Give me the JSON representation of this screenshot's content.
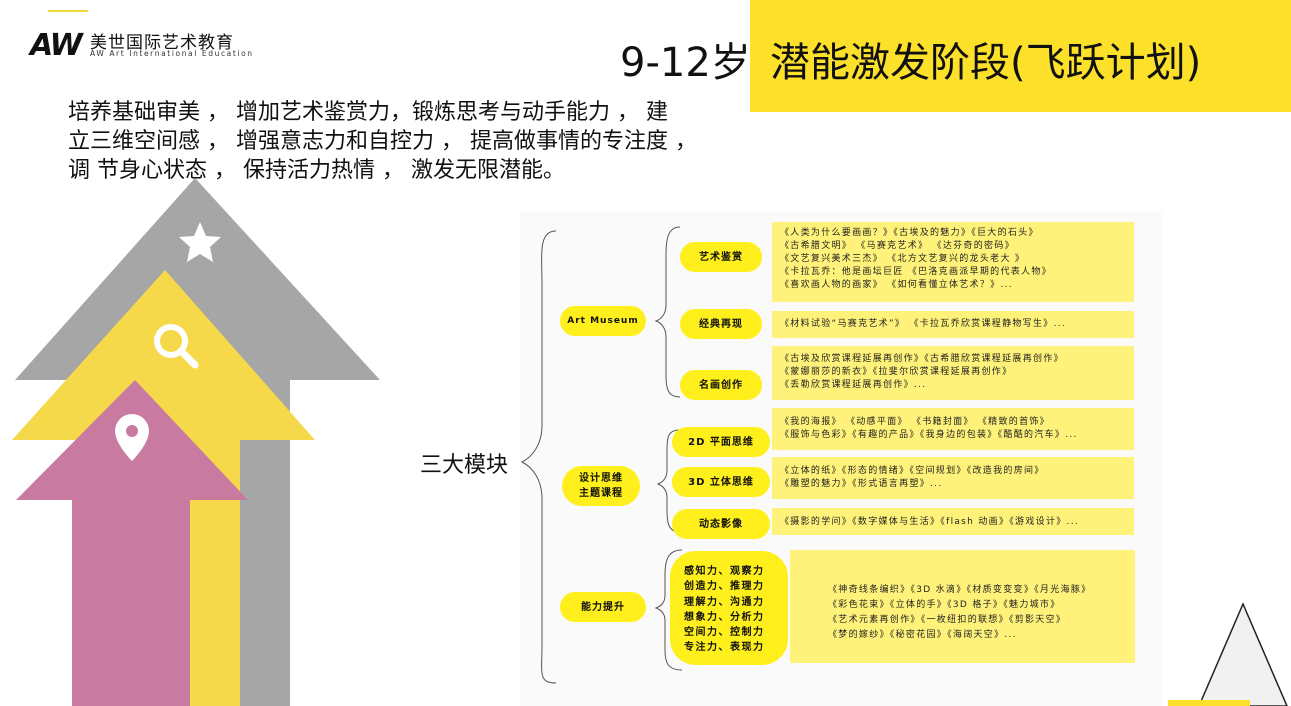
{
  "logo": {
    "mark": "AW",
    "name_cn": "美世国际艺术教育",
    "name_en": "AW Art International Education"
  },
  "title": {
    "age": "9-12岁",
    "stage": "潜能激发阶段(飞跃计划)"
  },
  "intro": [
    "培养基础审美 ， 增加艺术鉴赏力，锻炼思考与动手能力 ， 建",
    "立三维空间感 ， 增强意志力和自控力 ， 提高做事情的专注度 ，",
    "调 节身心状态 ， 保持活力热情 ， 激发无限潜能。"
  ],
  "module_label": "三大模块",
  "modules": [
    {
      "name": "Art Museum",
      "items": [
        {
          "name": "艺术鉴赏",
          "notes": [
            "《人类为什么要画画？》《古埃及的魅力》《巨大的石头》",
            "《古希腊文明》    《马赛克艺术》    《达芬奇的密码》",
            "《文艺复兴美术三杰》    《北方文艺复兴的龙头老大 》",
            "《卡拉瓦乔：他是画坛巨匠 《巴洛克画派早期的代表人物》",
            "《喜欢画人物的画家》  《如何看懂立体艺术？》..."
          ]
        },
        {
          "name": "经典再现",
          "notes": [
            "《材料试验“马赛克艺术”》    《卡拉瓦乔欣赏课程静物写生》..."
          ]
        },
        {
          "name": "名画创作",
          "notes": [
            "《古埃及欣赏课程延展再创作》《古希腊欣赏课程延展再创作》",
            "《蒙娜丽莎的新衣》《拉斐尔欣赏课程延展再创作》",
            "《丢勒欣赏课程延展再创作》..."
          ]
        }
      ]
    },
    {
      "name_lines": [
        "设计思维",
        "主题课程"
      ],
      "items": [
        {
          "name": "2D 平面思维",
          "notes": [
            "《我的海报》 《动感平面》 《书籍封面》 《精致的首饰》",
            "《服饰与色彩》《有趣的产品》《我身边的包装》《酷酷的汽车》..."
          ]
        },
        {
          "name": "3D 立体思维",
          "notes": [
            "《立体的纸》《形态的情绪》《空间规划》《改造我的房间》",
            "《雕塑的魅力》《形式语言再塑》..."
          ]
        },
        {
          "name": "动态影像",
          "notes": [
            "《摄影的学问》《数字媒体与生活》《flash 动画》《游戏设计》..."
          ]
        }
      ]
    },
    {
      "name": "能力提升",
      "abilities": [
        "感知力、观察力",
        "创造力、推理力",
        "理解力、沟通力",
        "想象力、分析力",
        "空间力、控制力",
        "专注力、表现力"
      ],
      "notes": [
        "《神奇线条编织》《3D 水滴》《材质变变变》《月光海豚》",
        "《彩色花束》《立体的手》《3D 格子》《魅力城市》",
        "《艺术元素再创作》《一枚纽扣的联想》《剪影天空》",
        "《梦的嫁纱》《秘密花园》《海阔天空》..."
      ]
    }
  ],
  "colors": {
    "yellow": "#fde02a",
    "note_yellow": "#fff27a",
    "grey_arrow": "#a6a6a6",
    "yellow_arrow": "#f5d94a",
    "pink_arrow": "#c97aa0"
  }
}
